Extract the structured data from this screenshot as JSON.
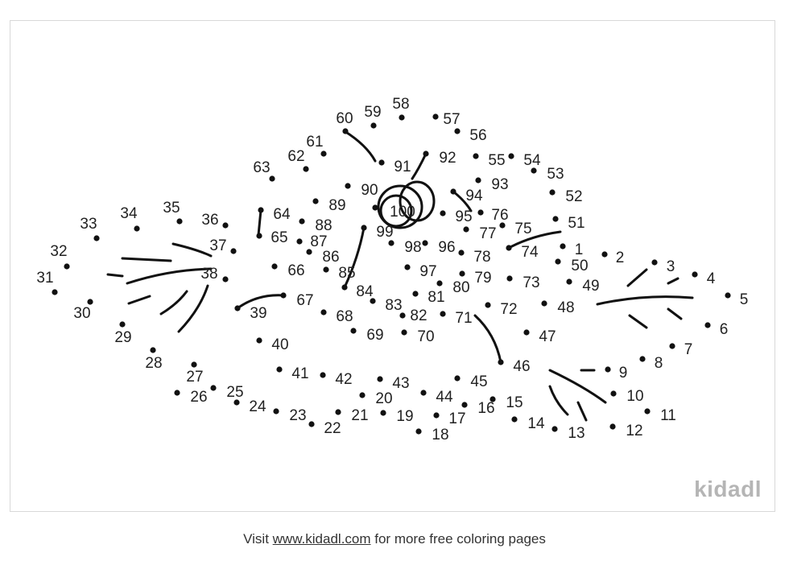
{
  "worksheet": {
    "numbers": [
      1,
      2,
      3,
      4,
      5,
      6,
      7,
      8,
      9,
      10,
      11,
      12,
      13,
      14,
      15,
      16,
      17,
      18,
      19,
      20,
      21,
      22,
      23,
      24,
      25,
      26,
      27,
      28,
      29,
      30,
      31,
      32,
      33,
      34,
      35,
      36,
      37,
      38,
      39,
      40,
      41,
      42,
      43,
      44,
      45,
      46,
      47,
      48,
      49,
      50,
      51,
      52,
      53,
      54,
      55,
      56,
      57,
      58,
      59,
      60,
      61,
      62,
      63,
      64,
      65,
      66,
      67,
      68,
      69,
      70,
      71,
      72,
      73,
      74,
      75,
      76,
      77,
      78,
      79,
      80,
      81,
      82,
      83,
      84,
      85,
      86,
      87,
      88,
      89,
      90,
      91,
      92,
      93,
      94,
      95,
      96,
      97,
      98,
      99,
      100
    ]
  },
  "logo": "kidadl",
  "footer": {
    "prefix": "Visit ",
    "link": "www.kidadl.com",
    "suffix": " for more free coloring pages"
  }
}
